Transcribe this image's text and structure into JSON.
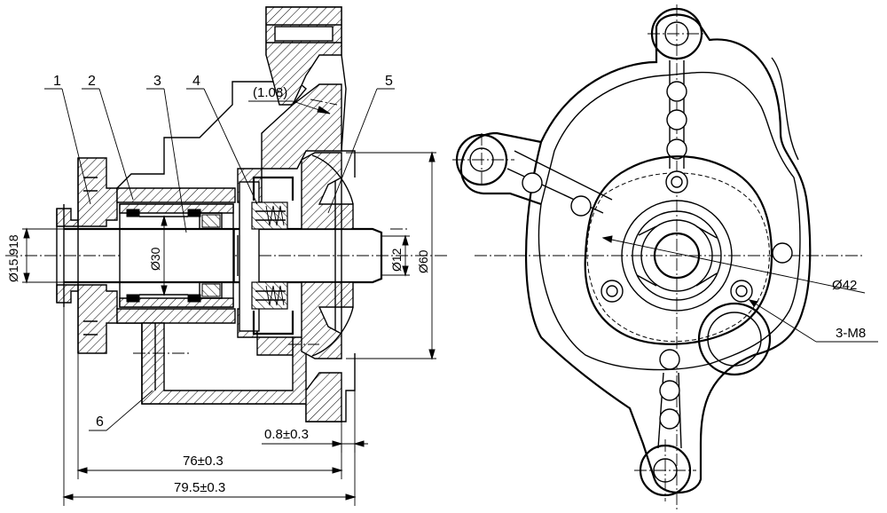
{
  "part_labels": [
    {
      "id": "1",
      "text": "1"
    },
    {
      "id": "2",
      "text": "2"
    },
    {
      "id": "3",
      "text": "3"
    },
    {
      "id": "4",
      "text": "4"
    },
    {
      "id": "5",
      "text": "5"
    },
    {
      "id": "6",
      "text": "6"
    }
  ],
  "dimensions": {
    "ref_gap": "(1.08)",
    "shaft_dia_outer": "Ø15.918",
    "bearing_dia": "Ø30",
    "shaft_dia_inner": "Ø12",
    "housing_dia": "Ø60",
    "flange_offset": "0.8±0.3",
    "length_76": "76±0.3",
    "length_79": "79.5±0.3",
    "bolt_circle": "Ø42",
    "thread_spec": "3-M8"
  }
}
